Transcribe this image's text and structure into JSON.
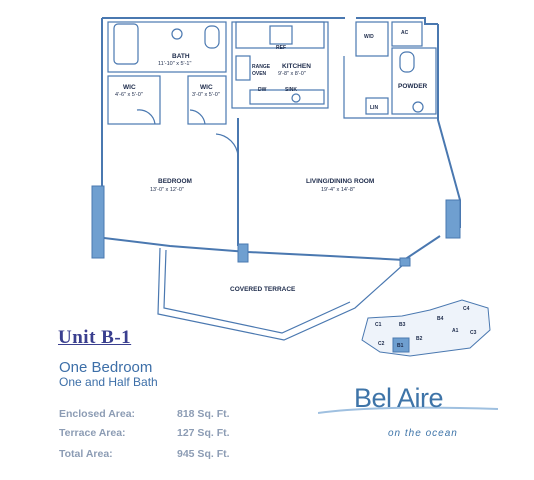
{
  "rooms": {
    "bath": {
      "name": "BATH",
      "dims": "11'-10\" x 5'-1\""
    },
    "kitchen": {
      "name": "KITCHEN",
      "dims": "9'-8\" x 8'-0\""
    },
    "wic1": {
      "name": "WIC",
      "dims": "4'-6\" x 5'-0\""
    },
    "wic2": {
      "name": "WIC",
      "dims": "3'-0\" x 5'-0\""
    },
    "bedroom": {
      "name": "BEDROOM",
      "dims": "13'-0\" x 12'-0\""
    },
    "living": {
      "name": "LIVING/DINING ROOM",
      "dims": "19'-4\" x 14'-8\""
    },
    "terrace": {
      "name": "COVERED TERRACE"
    },
    "powder": {
      "name": "POWDER"
    }
  },
  "fixtures": {
    "ref": "REF",
    "range": "RANGE",
    "oven": "OVEN",
    "dw": "DW",
    "sink": "SINK",
    "wd": "W/D",
    "ac": "AC",
    "lin": "LIN"
  },
  "keyplan": {
    "units": [
      "C1",
      "B3",
      "B4",
      "C4",
      "A1",
      "C3",
      "C2",
      "B1",
      "B2"
    ]
  },
  "unit": {
    "title": "Unit B-1",
    "bedrooms": "One Bedroom",
    "baths": "One and Half Bath"
  },
  "areas": [
    {
      "label": "Enclosed Area:",
      "value": "818 Sq. Ft."
    },
    {
      "label": "Terrace Area:",
      "value": "127 Sq. Ft."
    },
    {
      "label": "Total Area:",
      "value": "945 Sq. Ft."
    }
  ],
  "brand": {
    "name": "Bel Aire",
    "tagline": "on the ocean"
  },
  "colors": {
    "wall": "#4a78b0",
    "column": "#6f9fd0",
    "title": "#3a3f8f",
    "subtitle": "#3d6fa8",
    "area_text": "#8c9cb4"
  }
}
